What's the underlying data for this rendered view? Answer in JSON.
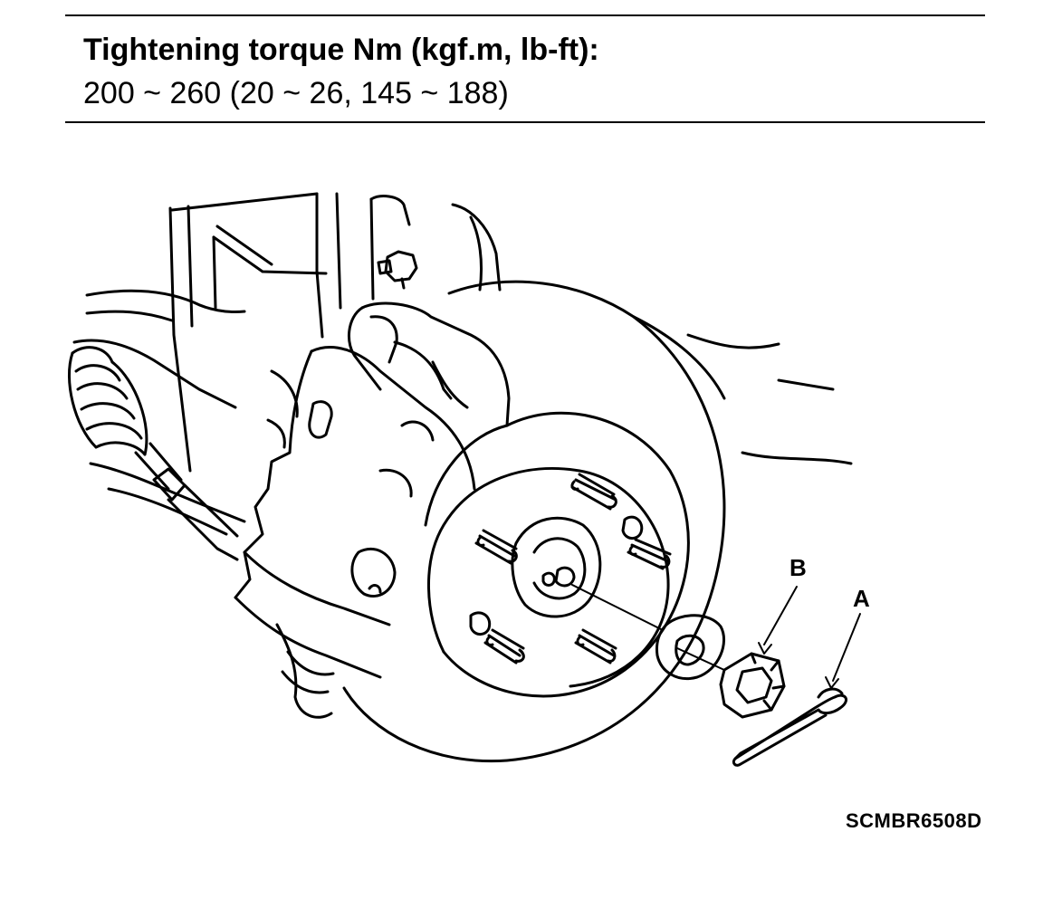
{
  "spec": {
    "title": "Tightening torque Nm (kgf.m, lb-ft):",
    "value": "200 ~ 260 (20 ~ 26, 145 ~ 188)"
  },
  "callouts": {
    "a": "A",
    "b": "B"
  },
  "figure_id": "SCMBR6508D"
}
